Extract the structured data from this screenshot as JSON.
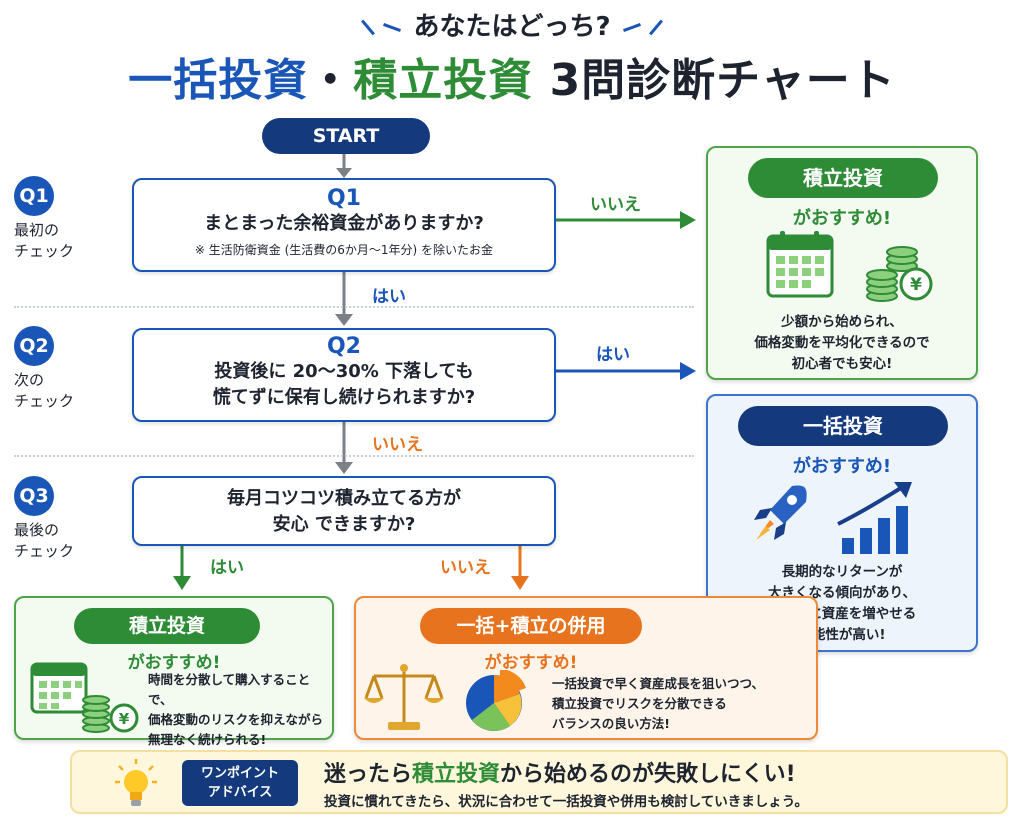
{
  "header": {
    "subtitle": "あなたはどっち?",
    "title_part1": "一括投資",
    "title_sep": "・",
    "title_part2": "積立投資",
    "title_part3": " 3問診断チャート",
    "colors": {
      "blue": "#1a56b8",
      "green": "#2e8b36",
      "orange": "#e8731e",
      "navy": "#143a7d"
    }
  },
  "start_label": "START",
  "questions": [
    {
      "badge": "Q1",
      "side_line1": "最初の",
      "side_line2": "チェック",
      "number": "Q1",
      "text_line1": "まとまった余裕資金がありますか?",
      "note": "※ 生活防衛資金 (生活費の6か月〜1年分) を除いたお金",
      "yes_label": "はい",
      "no_label": "いいえ"
    },
    {
      "badge": "Q2",
      "side_line1": "次の",
      "side_line2": "チェック",
      "number": "Q2",
      "text_line1": "投資後に 20〜30% 下落しても",
      "text_line2": "慌てずに保有し続けられますか?",
      "yes_label": "はい",
      "no_label": "いいえ"
    },
    {
      "badge": "Q3",
      "side_line1": "最後の",
      "side_line2": "チェック",
      "text_line1": "毎月コツコツ積み立てる方が",
      "text_line2": "安心 できますか?",
      "yes_label": "はい",
      "no_label": "いいえ"
    }
  ],
  "results": {
    "tsumitate_top": {
      "pill": "積立投資",
      "sub": "がおすすめ!",
      "desc_line1": "少額から始められ、",
      "desc_line2": "価格変動を平均化できるので",
      "desc_line3": "初心者でも安心!",
      "icons": [
        "calendar-icon",
        "coin-stack-icon"
      ]
    },
    "ikkatsu": {
      "pill": "一括投資",
      "sub": "がおすすめ!",
      "desc_line1": "長期的なリターンが",
      "desc_line2": "大きくなる傾向があり、",
      "desc_line3": "効率的に資産を増やせる",
      "desc_line4": "可能性が高い!",
      "icons": [
        "rocket-icon",
        "growth-chart-icon"
      ]
    },
    "tsumitate_bottom": {
      "pill": "積立投資",
      "sub": "がおすすめ!",
      "desc_line1": "時間を分散して購入することで、",
      "desc_line2": "価格変動のリスクを抑えながら",
      "desc_line3": "無理なく続けられる!",
      "icons": [
        "calendar-icon",
        "coin-stack-icon"
      ]
    },
    "combo": {
      "pill": "一括+積立の併用",
      "sub": "がおすすめ!",
      "desc_line1": "一括投資で早く資産成長を狙いつつ、",
      "desc_line2": "積立投資でリスクを分散できる",
      "desc_line3": "バランスの良い方法!",
      "icons": [
        "balance-scale-icon",
        "pie-chart-icon"
      ]
    }
  },
  "advice": {
    "badge_line1": "ワンポイント",
    "badge_line2": "アドバイス",
    "head_part1": "迷ったら",
    "head_part2": "積立投資",
    "head_part3": "から始めるのが失敗しにくい!",
    "sub": "投資に慣れてきたら、状況に合わせて一括投資や併用も検討していきましょう。"
  }
}
